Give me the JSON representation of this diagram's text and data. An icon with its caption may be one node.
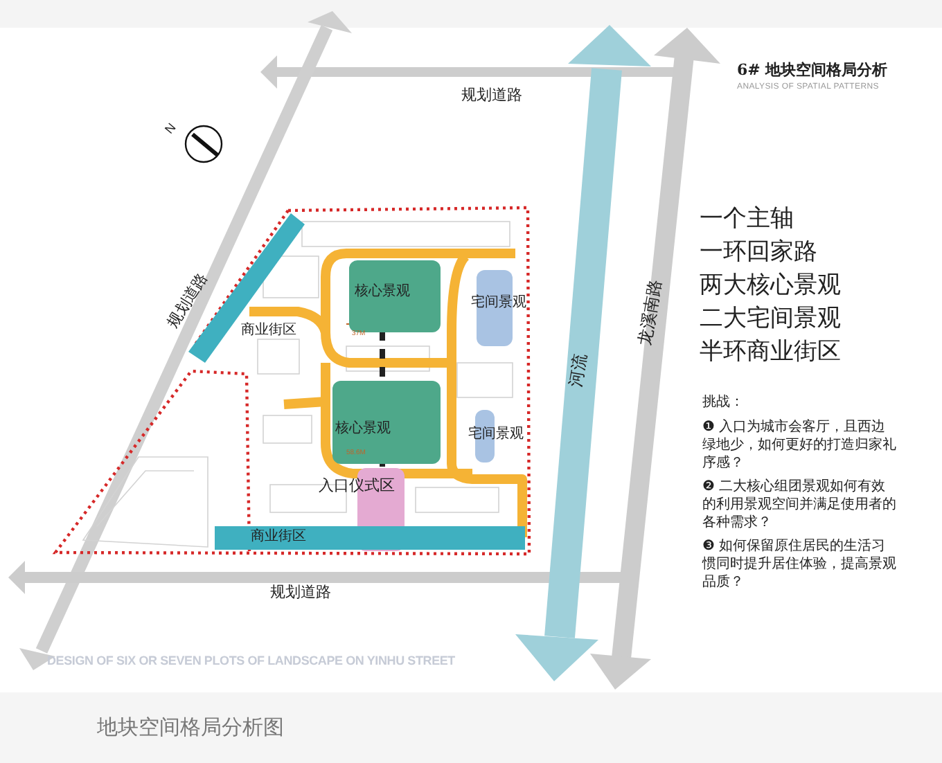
{
  "diagram": {
    "title": "6# 地块空间格局分析",
    "caption": "地块空间格局分析图",
    "nodes": [
      {
        "text": [
          "商业街区"
        ]
      },
      {
        "text": [
          "核心景观"
        ]
      },
      {
        "text": [
          "宅间景观"
        ]
      },
      {
        "text": [
          "核心景观"
        ]
      },
      {
        "text": [
          "宅间景观"
        ]
      },
      {
        "text": [
          "入口仪式区"
        ]
      },
      {
        "text": [
          "商业街区"
        ]
      }
    ],
    "labels": [
      "N",
      "ANALYSIS OF SPATIAL PATTERNS",
      "规划道路",
      "规划道路",
      "37M",
      "58.6M",
      "河流",
      "龙溪南路",
      "一个主轴",
      "一环回家路",
      "两大核心景观",
      "二大宅间景观",
      "半环商业街区",
      "挑战：",
      "❶ 入口为城市会客厅，且西边绿地少，如何更好的打造归家礼序感？",
      "❷ 二大核心组团景观如何有效的利用景观空间并满足使用者的各种需求？",
      "❸ 如何保留原住居民的生活习惯同时提升居住体验，提高景观品质？",
      "规划道路",
      "DESIGN OF SIX OR SEVEN PLOTS OF LANDSCAPE ON YINHU STREET"
    ]
  }
}
